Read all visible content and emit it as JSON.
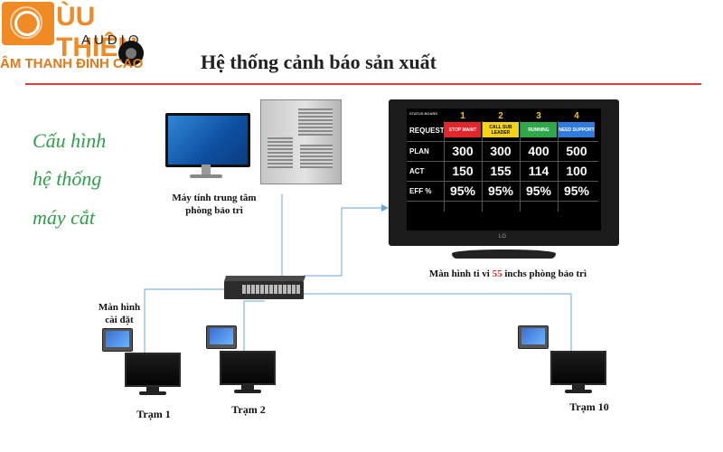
{
  "logo": {
    "brand": "ÙU THIÊN",
    "sub": "AUDIO",
    "tagline": "ÂM THANH ĐỈNH CAO"
  },
  "title": "Hệ thống cảnh báo sản xuất",
  "side_text": [
    "Cấu hình",
    "hệ thống",
    "máy cắt"
  ],
  "pc": {
    "label_line1": "Máy tính trung tâm",
    "label_line2": "phòng bảo trì"
  },
  "tv": {
    "label_prefix": "Màn hình ti vi",
    "label_size": "55",
    "label_suffix": "inchs phòng bảo trì",
    "size_color": "#d9262c"
  },
  "board": {
    "corner_text": "STATUS BOARD",
    "columns": [
      {
        "num": "1",
        "header": "STOP MAINT",
        "color": "#e3262c"
      },
      {
        "num": "2",
        "header": "CALL SUB LEADER",
        "color": "#f5d21a"
      },
      {
        "num": "3",
        "header": "RUNNING",
        "color": "#2fa84a"
      },
      {
        "num": "4",
        "header": "NEED SUPPORT",
        "color": "#2f7be0"
      }
    ],
    "request_label": "REQUEST",
    "rows": [
      {
        "label": "PLAN",
        "values": [
          "300",
          "300",
          "400",
          "500"
        ]
      },
      {
        "label": "ACT",
        "values": [
          "150",
          "155",
          "114",
          "100"
        ]
      },
      {
        "label": "EFF %",
        "values": [
          "95%",
          "95%",
          "95%",
          "95%"
        ]
      }
    ]
  },
  "setup_label": [
    "Màn hình",
    "cài đặt"
  ],
  "stations": [
    "Trạm 1",
    "Trạm 2",
    "Trạm 10"
  ],
  "colors": {
    "wire": "#6aa6d8",
    "accent_rule": "#e03b3b",
    "side_text": "#2f9e4a",
    "logo": "#f08a24"
  }
}
